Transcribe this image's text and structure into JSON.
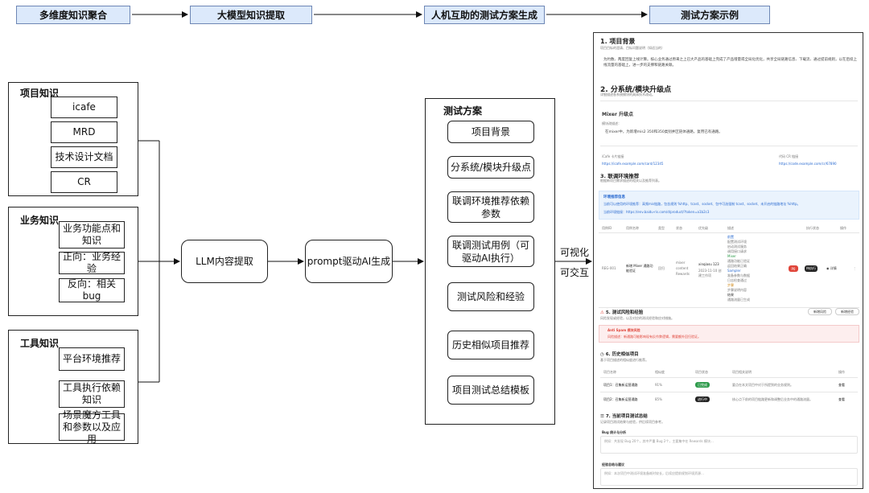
{
  "stages": {
    "s1": "多维度知识聚合",
    "s2": "大模型知识提取",
    "s3": "人机互助的测试方案生成",
    "s4": "测试方案示例"
  },
  "groups": {
    "project": {
      "title": "项目知识",
      "items": [
        "icafe",
        "MRD",
        "技术设计文档",
        "CR"
      ]
    },
    "business": {
      "title": "业务知识",
      "items": [
        "业务功能点和知识",
        "正向：业务经验",
        "反向：相关bug"
      ]
    },
    "tools": {
      "title": "工具知识",
      "items": [
        "平台环境推荐",
        "工具执行依赖知识",
        "场景魔方工具和参数以及应用"
      ]
    }
  },
  "llm_box": "LLM内容提取",
  "prompt_box": "prompt驱动AI生成",
  "plan": {
    "title": "测试方案",
    "items": [
      "项目背景",
      "分系统/模块升级点",
      "联调环境推荐依赖参数",
      "联调测试用例（可驱动AI执行）",
      "测试风险和经验",
      "历史相似项目推荐",
      "项目测试总结模板"
    ]
  },
  "output_label": {
    "line1": "可视化",
    "line2": "可交互"
  },
  "example": {
    "s1_title": "1. 项目背景",
    "s1_sub": "项目目标的澄清、目标问题说明（如适当的）",
    "s1_body": "为约数、两度回复上线计算。核心业务通过原来之上已大产品的基础上完成了产品增量或全局化优化，共享全局链路信息、下载流、通过提前规则，以在后续上线流量的基础上，进一步的支撑和链路关联。",
    "s2_title": "2. 分系统/模块升级点",
    "s2_sub": "详细描述各系统模块的具体技术改动。",
    "mixer_title": "Mixer 升级点",
    "mixer_sub": "模块改描述：",
    "mixer_body": "在mixer中，为新增mis2 350和350类别并区链体通路，复用已有通路。",
    "icafe_label": "iCafe 卡片链接",
    "icafe_link": "https://icafe.example.com/card/12345",
    "cr_label": "代码 CR 链接",
    "cr_link": "https://code.example.com/cr/67890",
    "s3_title": "3. 联调环境推荐",
    "s3_sub": "根据新项目需求描述的相关以及推荐列表。",
    "env_title": "环境推荐信息",
    "env_line1": "当前可以使用的环境推荐：高频mis链路，包含规则 %http、tcast、socket、包中可选强制 tcast、socket、未开启的链路地址 %http。",
    "env_line2": "当前环境链接：https://env.baidu-ris.com/d/product/?token=a1b2c3",
    "table_headers": [
      "用例ID",
      "用例名称",
      "类型",
      "状态",
      "优先级",
      "描述",
      "执行状态",
      "操作"
    ],
    "case_id": "REG-001",
    "case_name": "新增 Mixer 通路功能验证",
    "case_type": "回归",
    "case_tags": [
      "mixer",
      "content",
      "Rewards"
    ],
    "case_owner": "xinqiasu 123",
    "case_note": "2023-11-10 创建工作项",
    "case_steps": [
      "前置",
      "配置测试环境",
      "启动测试服务",
      "调用接口请求",
      "Mixer",
      "通路功能已验证",
      "返回结果正确",
      "Sampler",
      "准备参数与数据",
      "日志检查通过",
      "步骤",
      "步骤说明内容",
      "结果",
      "通路流量已生成",
      "测试结论通过"
    ],
    "chip_red": "P0",
    "chip_dark": "待执行",
    "view_label": "详情",
    "s5_title": "5. 测试风险和经验",
    "s5_sub": "风险发现或经验，以及对应的测试经验和应对措施。",
    "s5_btn1": "新增风险",
    "s5_btn2": "新增经验",
    "s5_risk_title": "Anti Spam 模块风险",
    "s5_risk_body": "风险描述：新通路可能影响现有反作弊逻辑，需要额外回归验证。",
    "s6_title": "6. 历史相似项目",
    "s6_sub": "基于项目描述的相似度进行推荐。",
    "s6_headers": [
      "项目名称",
      "相似度",
      "项目状态",
      "项目相关说明",
      "操作"
    ],
    "s6_rows": [
      {
        "name": "项目1：召集新运营通路",
        "sim": "91%",
        "status": "已完成",
        "desc": "要点在本文项目中对于所提到的业务规则。",
        "op": "查看"
      },
      {
        "name": "项目2：召集新运营通路",
        "sim": "85%",
        "status": "进行中",
        "desc": "核心点下前的项目链路更新和调整后业务中的通路流量。",
        "op": "查看"
      }
    ],
    "s7_title": "7. 当前项目测试总结",
    "s7_sub": "记录项目测试结果与经验，供后续项目参考。",
    "s7_field1": "Bug 统计与分析",
    "s7_field1_ph": "例如：共发现 Bug 20个，其中严重 Bug 2个，主要集中在 Rewards 模块…",
    "s7_field2": "经验总结与建议",
    "s7_field2_ph": "例如：本次项目中测试环境准备耗时较长，后续应提前规划环境资源…"
  },
  "colors": {
    "header_fill": "#dce9fb",
    "header_border": "#6e87b5",
    "accent_link": "#2c6cd1",
    "risk": "#e0453a"
  }
}
